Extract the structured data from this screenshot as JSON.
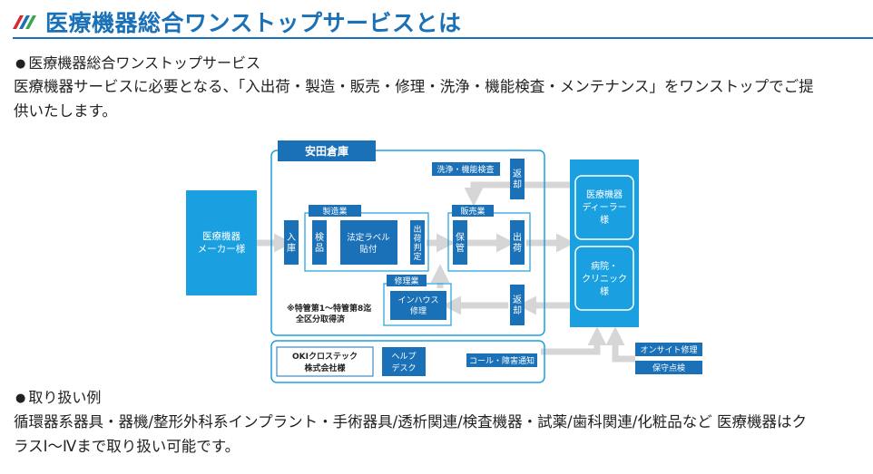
{
  "heading": {
    "title": "医療機器総合ワンストップサービスとは",
    "mark_colors": [
      "#d9282f",
      "#1a71b7",
      "#3aa84a"
    ]
  },
  "section1": {
    "bullet": "●",
    "title": "医療機器総合ワンストップサービス",
    "desc_line1": "医療機器サービスに必要となる、「入出荷・製造・販売・修理・洗浄・機能検査・メンテナンス」をワンストップでご提",
    "desc_line2": "供いたします。"
  },
  "diagram": {
    "colors": {
      "blue": "#1a71b7",
      "light_blue": "#1aa0e0",
      "arrow": "#d6d6d6"
    },
    "maker": {
      "line1": "医療機器",
      "line2": "メーカー様"
    },
    "warehouse": "安田倉庫",
    "nyuko": [
      "入",
      "庫"
    ],
    "seizogyo": "製造業",
    "kenpin": [
      "検",
      "品"
    ],
    "label": {
      "line1": "法定ラベル",
      "line2": "貼付"
    },
    "shukka_hantei": [
      "出",
      "荷",
      "判",
      "定"
    ],
    "hanbaigyo": "販売業",
    "hokan": [
      "保",
      "管"
    ],
    "shukka": [
      "出",
      "荷"
    ],
    "senjo": "洗浄・機能検査",
    "henkyaku_top": [
      "返",
      "却"
    ],
    "henkyaku_bottom": [
      "返",
      "却"
    ],
    "shurigyo": "修理業",
    "inhouse": {
      "line1": "インハウス",
      "line2": "修理"
    },
    "note": {
      "line1": "※特管第1～特管第8迄",
      "line2": "全区分取得済"
    },
    "dealer": {
      "line1": "医療機器",
      "line2": "ディーラー",
      "line3": "様"
    },
    "hospital": {
      "line1": "病院・",
      "line2": "クリニック",
      "line3": "様"
    },
    "oki": {
      "line1": "OKIクロステック",
      "line2": "株式会社様"
    },
    "help": {
      "line1": "ヘルプ",
      "line2": "デスク"
    },
    "call": "コール・障害通知",
    "onsite": "オンサイト修理",
    "hoshu": "保守点検"
  },
  "section2": {
    "bullet": "●",
    "title": "取り扱い例",
    "desc_line1": "循環器系器具・器機/整形外科系インプラント・手術器具/透析関連/検査機器・試薬/歯科関連/化粧品など 医療機器はク",
    "desc_line2": "ラスⅠ～Ⅳまで取り扱い可能です。"
  }
}
